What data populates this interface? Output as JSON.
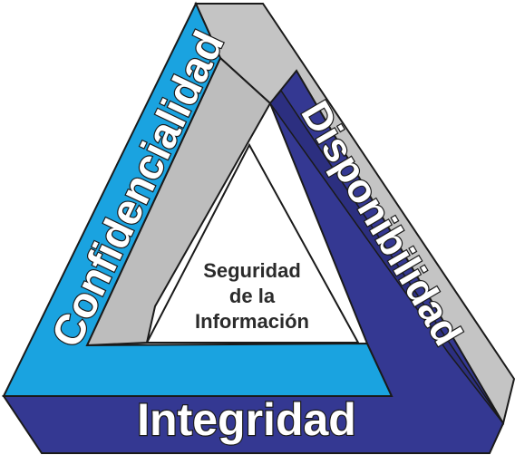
{
  "sides": {
    "left": {
      "label": "Confidencialidad",
      "color": "#1aa3e0"
    },
    "right": {
      "label": "Disponibilidad",
      "color": "#c4c4c4"
    },
    "bottom": {
      "label": "Integridad",
      "color": "#343892"
    }
  },
  "center": {
    "lines": [
      "Seguridad",
      "de la",
      "Información"
    ]
  },
  "outline_color": "#1a1a1a"
}
